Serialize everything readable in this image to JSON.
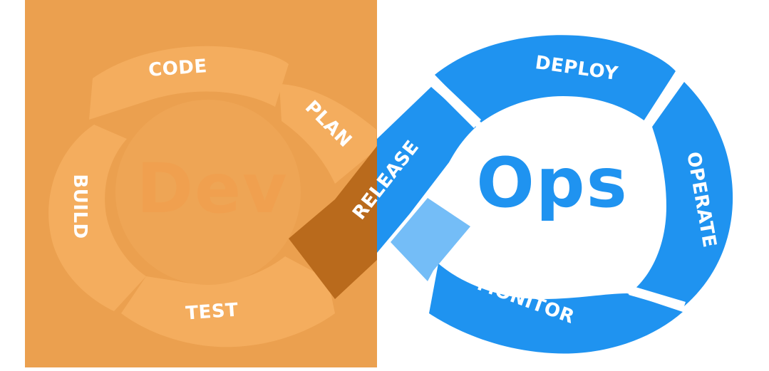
{
  "dev": {
    "title": "Dev",
    "stages": {
      "code": "CODE",
      "plan": "PLAN",
      "build": "BUILD",
      "test": "TEST"
    }
  },
  "ops": {
    "title": "Ops",
    "stages": {
      "release": "RELEASE",
      "deploy": "DEPLOY",
      "operate": "OPERATE",
      "monitor": "MONITOR"
    }
  },
  "colors": {
    "dev_panel": "#eba04f",
    "dev_segment": "#f4ad5e",
    "dev_center": "#eea555",
    "dev_ribbon": "#b96a1c",
    "ops_segment": "#1f93f0",
    "ops_light": "#74bdf7",
    "background": "#ffffff"
  }
}
